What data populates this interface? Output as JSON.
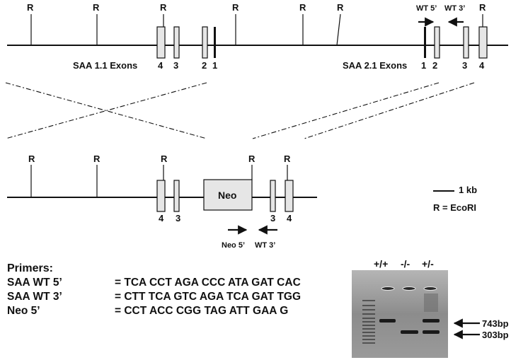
{
  "wild_type_locus": {
    "ecori_sites": [
      "R",
      "R",
      "R",
      "R",
      "R",
      "R",
      "R"
    ],
    "saa11_label": "SAA 1.1 Exons",
    "saa11_exons": [
      "4",
      "3",
      "2",
      "1"
    ],
    "saa21_label": "SAA 2.1 Exons",
    "saa21_exons": [
      "1",
      "2",
      "3",
      "4"
    ],
    "primer_wt5": "WT 5’",
    "primer_wt3": "WT 3’"
  },
  "targeted_locus": {
    "ecori_sites": [
      "R",
      "R",
      "R",
      "R",
      "R"
    ],
    "neo_label": "Neo",
    "left_exons": [
      "4",
      "3"
    ],
    "right_exons": [
      "3",
      "4"
    ],
    "primer_neo5": "Neo 5’",
    "primer_wt3": "WT 3’"
  },
  "legend": {
    "scale": "1 kb",
    "ecori": "R = EcoRI"
  },
  "primers": {
    "title": "Primers:",
    "rows": [
      {
        "name": "SAA WT 5’",
        "seq": "= TCA CCT AGA CCC ATA GAT CAC"
      },
      {
        "name": "SAA WT 3’",
        "seq": "= CTT TCA GTC AGA TCA GAT TGG"
      },
      {
        "name": "Neo 5’",
        "seq": "= CCT ACC CGG TAG ATT GAA G"
      }
    ]
  },
  "gel": {
    "lanes": [
      "+/+",
      "-/-",
      "+/-"
    ],
    "band_large": "743bp",
    "band_small": "303bp"
  },
  "colors": {
    "line": "#111111",
    "exon_fill": "#e6e6e6",
    "gel_bg": "#8a8a8a",
    "band": "#1a1a1a"
  }
}
